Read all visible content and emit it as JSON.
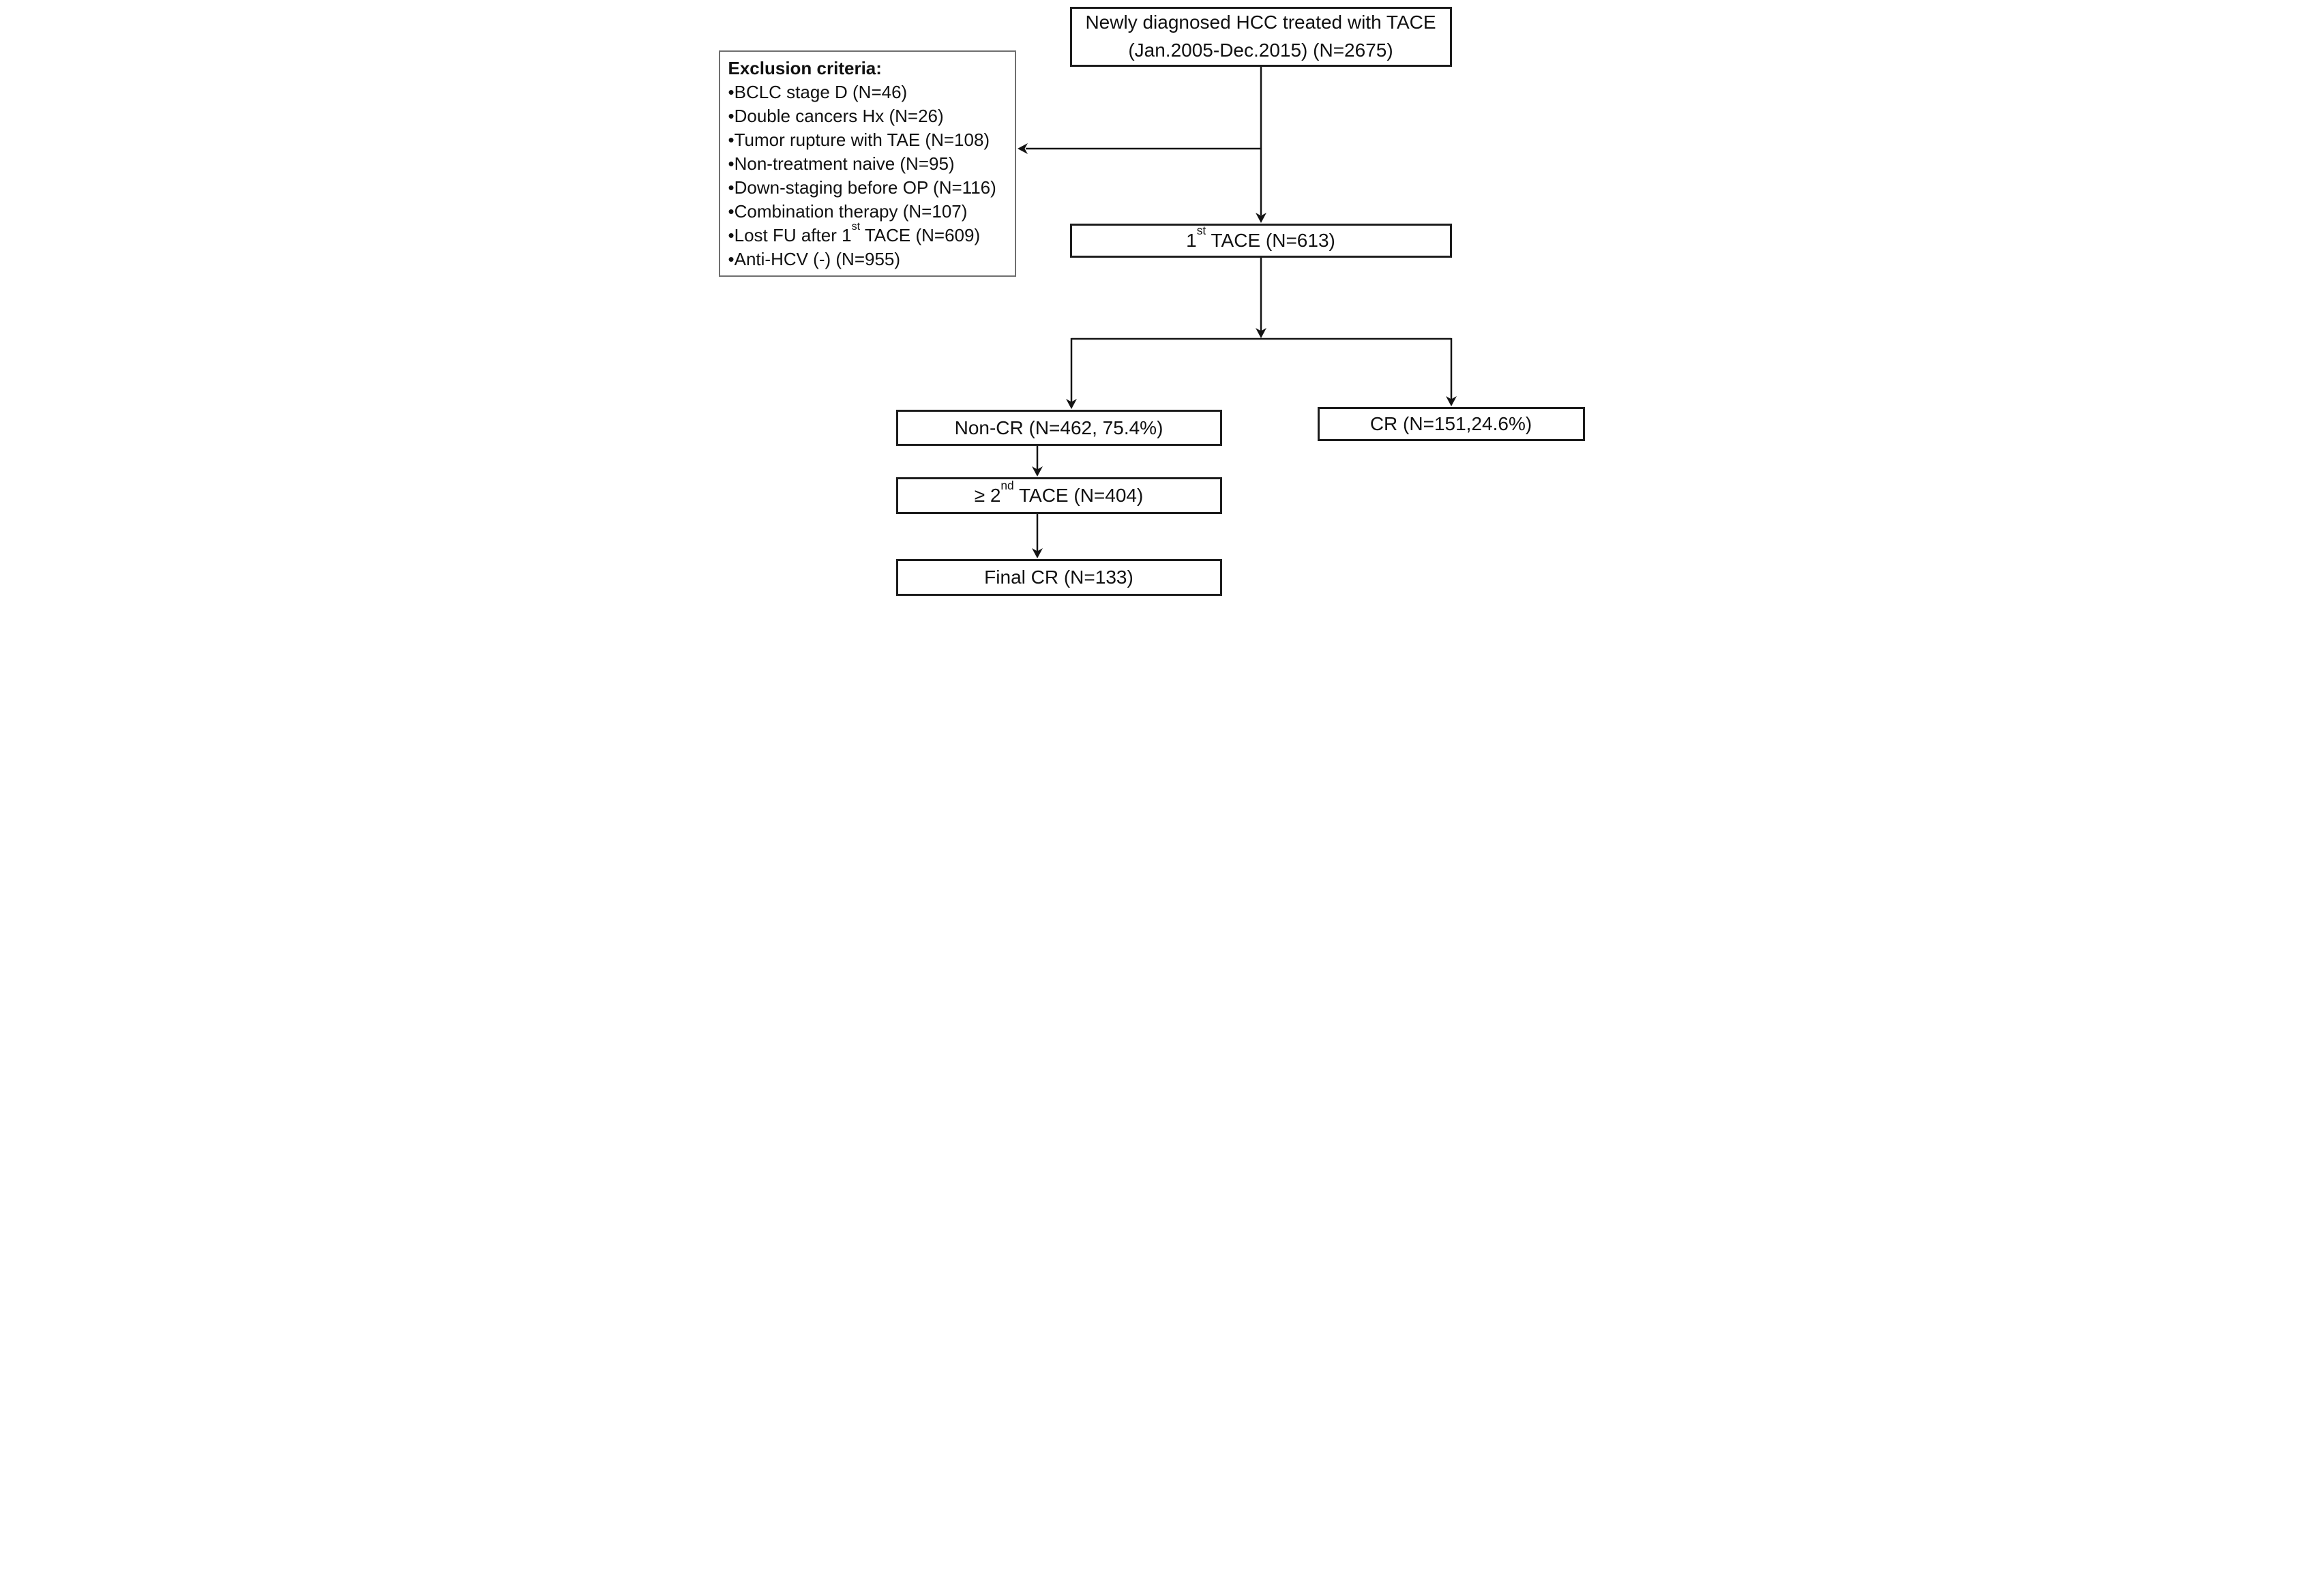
{
  "figure": {
    "type": "patient-flow-diagram",
    "boxes": {
      "top": {
        "line1": "Newly diagnosed HCC treated with TACE",
        "line2": "(Jan.2005-Dec.2015) (N=2675)"
      },
      "exclusion": {
        "heading": "Exclusion criteria:",
        "items": [
          {
            "pre": "•BCLC stage D (N=46)",
            "sup": "",
            "rest": ""
          },
          {
            "pre": "•Double cancers Hx (N=26)",
            "sup": "",
            "rest": ""
          },
          {
            "pre": "•Tumor rupture with TAE (N=108)",
            "sup": "",
            "rest": ""
          },
          {
            "pre": "•Non-treatment naive (N=95)",
            "sup": "",
            "rest": ""
          },
          {
            "pre": "•Down-staging before OP (N=116)",
            "sup": "",
            "rest": ""
          },
          {
            "pre": "•Combination therapy (N=107)",
            "sup": "",
            "rest": ""
          },
          {
            "pre": "•Lost FU after 1",
            "sup": "st",
            "rest": " TACE (N=609)"
          },
          {
            "pre": "•Anti-HCV (-) (N=955)",
            "sup": "",
            "rest": ""
          }
        ]
      },
      "tace1": {
        "pre": "1",
        "sup": "st",
        "rest": " TACE (N=613)"
      },
      "nonCr": {
        "label": "Non-CR (N=462, 75.4%)"
      },
      "cr": {
        "label": "CR (N=151,24.6%)"
      },
      "tace2": {
        "pre": "≥ 2",
        "sup": "nd",
        "rest": " TACE (N=404)"
      },
      "finalCr": {
        "label": "Final CR (N=133)"
      }
    },
    "colors": {
      "boxBorder": "#1c1c1c",
      "exclusionBorder": "#6f6f6f",
      "text": "#111111",
      "connector": "#141414",
      "background": "#ffffff"
    }
  }
}
